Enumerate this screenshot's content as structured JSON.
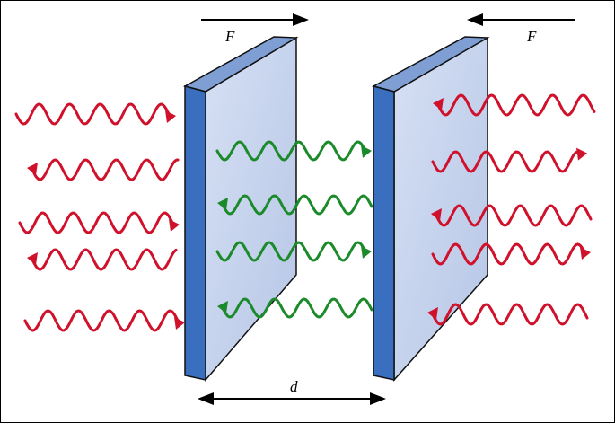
{
  "labels": {
    "force_left": "F",
    "force_right": "F",
    "separation": "d"
  },
  "colors": {
    "outside_waves": "#d0112b",
    "inside_waves": "#1b8a2a",
    "plate_face": "#c9d6ee",
    "plate_edge": "#3a6fbf",
    "outline": "#111111"
  },
  "waves": {
    "outside_left_count": 5,
    "outside_right_count": 5,
    "inside_count": 4
  }
}
